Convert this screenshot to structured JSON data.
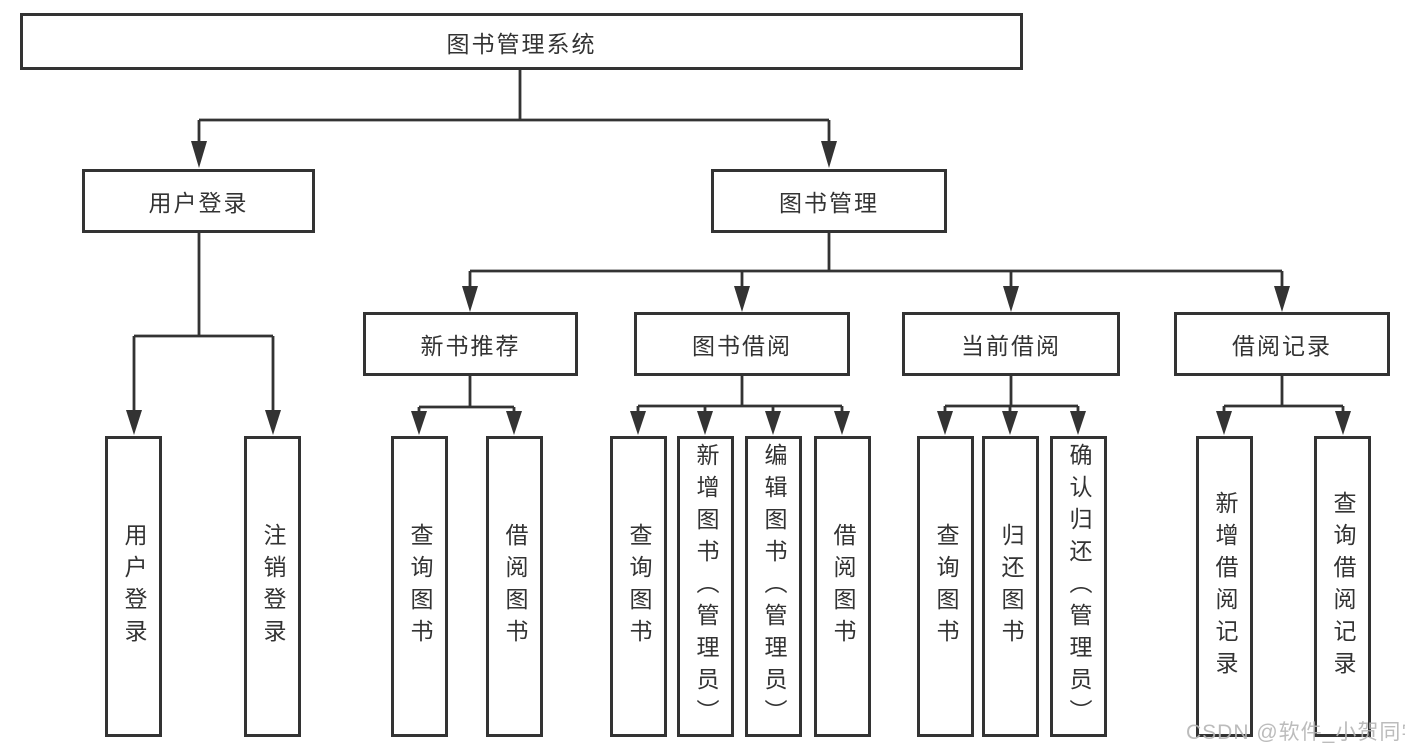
{
  "colors": {
    "background": "#ffffff",
    "line": "#333333",
    "text": "#333333",
    "watermark": "#b5b5b5"
  },
  "root": {
    "label": "图书管理系统"
  },
  "level2": {
    "user_login": {
      "label": "用户登录"
    },
    "book_mgmt": {
      "label": "图书管理"
    }
  },
  "level3": {
    "new_books": {
      "label": "新书推荐"
    },
    "book_borrow": {
      "label": "图书借阅"
    },
    "current_borrow": {
      "label": "当前借阅"
    },
    "borrow_records": {
      "label": "借阅记录"
    }
  },
  "leaves": {
    "user_login": "用户登录",
    "logout": "注销登录",
    "nb_query": "查询图书",
    "nb_borrow": "借阅图书",
    "bb_query": "查询图书",
    "bb_add": "新增图书（管理员）",
    "bb_edit": "编辑图书（管理员）",
    "bb_borrow": "借阅图书",
    "cb_query": "查询图书",
    "cb_return": "归还图书",
    "cb_confirm": "确认归还（管理员）",
    "br_add": "新增借阅记录",
    "br_query": "查询借阅记录"
  },
  "watermark": "CSDN @软件_小贺同学"
}
